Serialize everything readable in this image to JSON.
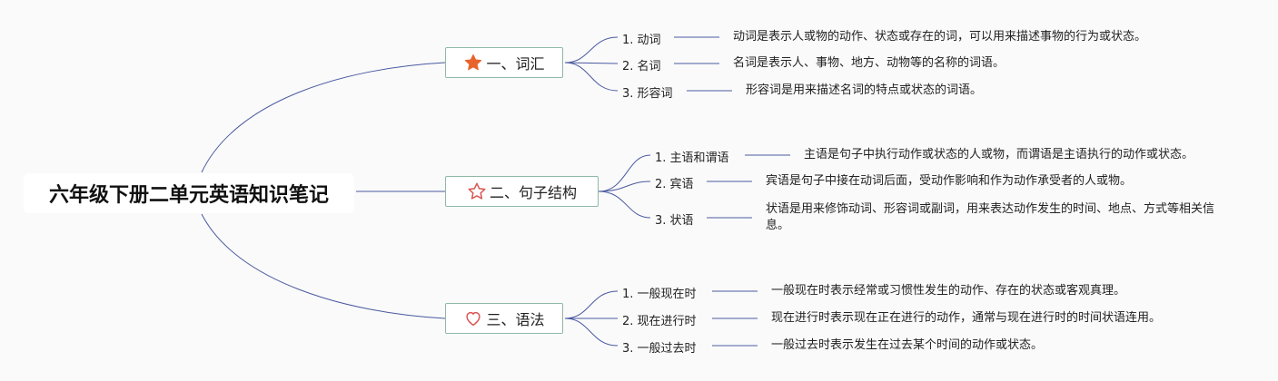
{
  "root": {
    "title": "六年级下册二单元英语知识笔记"
  },
  "branches": [
    {
      "label": "一、词汇",
      "icon": "star-filled-icon",
      "color": "#e8632b",
      "items": [
        {
          "label": "1. 动词",
          "desc": "动词是表示人或物的动作、状态或存在的词，可以用来描述事物的行为或状态。"
        },
        {
          "label": "2. 名词",
          "desc": "名词是表示人、事物、地方、动物等的名称的词语。"
        },
        {
          "label": "3. 形容词",
          "desc": "形容词是用来描述名词的特点或状态的词语。"
        }
      ]
    },
    {
      "label": "二、句子结构",
      "icon": "star-outline-icon",
      "color": "#d9534f",
      "items": [
        {
          "label": "1. 主语和谓语",
          "desc": "主语是句子中执行动作或状态的人或物，而谓语是主语执行的动作或状态。"
        },
        {
          "label": "2. 宾语",
          "desc": "宾语是句子中接在动词后面，受动作影响和作为动作承受者的人或物。"
        },
        {
          "label": "3. 状语",
          "desc": "状语是用来修饰动词、形容词或副词，用来表达动作发生的时间、地点、方式等相关信息。"
        }
      ]
    },
    {
      "label": "三、语法",
      "icon": "heart-outline-icon",
      "color": "#d9534f",
      "items": [
        {
          "label": "1. 一般现在时",
          "desc": "一般现在时表示经常或习惯性发生的动作、存在的状态或客观真理。"
        },
        {
          "label": "2. 现在进行时",
          "desc": "现在进行时表示现在正在进行的动作，通常与现在进行时的时间状语连用。"
        },
        {
          "label": "3. 一般过去时",
          "desc": "一般过去时表示发生在过去某个时间的动作或状态。"
        }
      ]
    }
  ]
}
